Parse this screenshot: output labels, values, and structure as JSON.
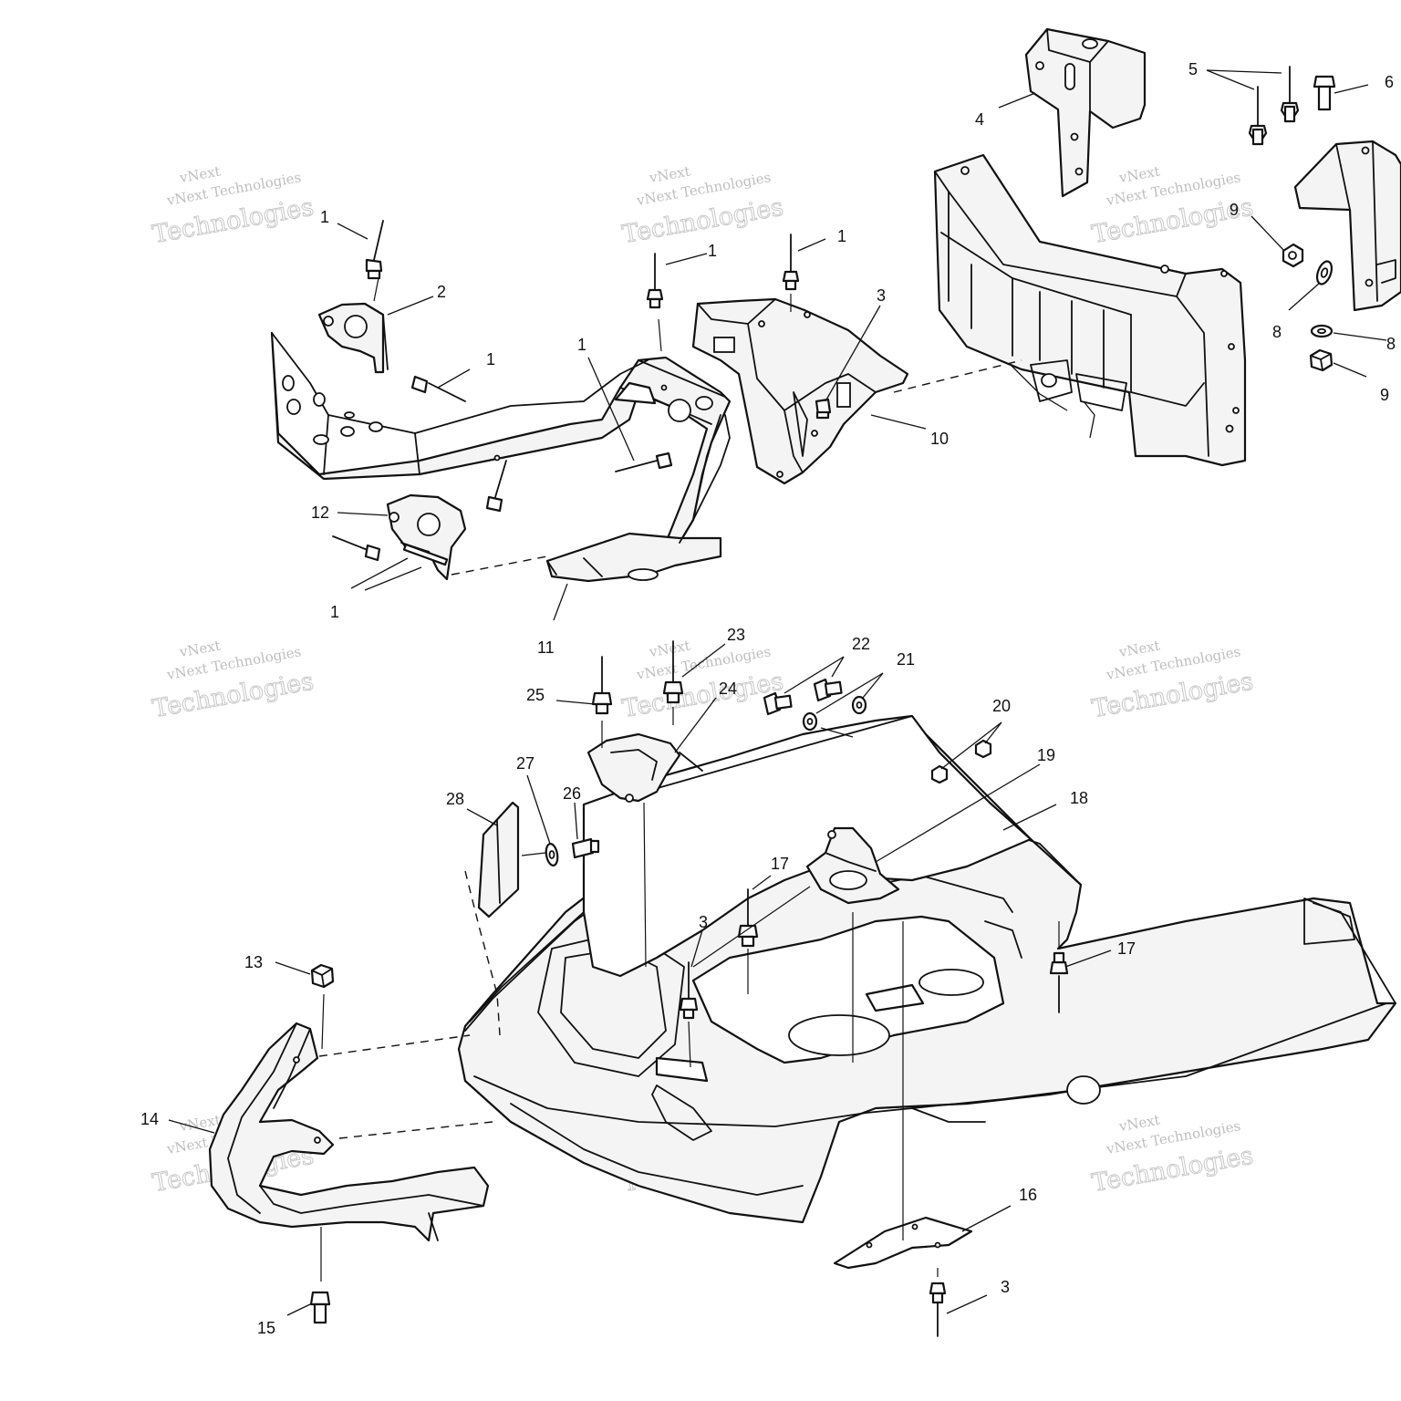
{
  "watermark": {
    "brand": "vNext",
    "line1": "vNext Technologies",
    "line2": "Technologies"
  },
  "callouts": {
    "c1a": "1",
    "c1b": "1",
    "c1c": "1",
    "c1d": "1",
    "c1e": "1",
    "c1f": "1",
    "c2": "2",
    "c3a": "3",
    "c3b": "3",
    "c3c": "3",
    "c4": "4",
    "c5": "5",
    "c6": "6",
    "c8a": "8",
    "c8b": "8",
    "c9a": "9",
    "c9b": "9",
    "c10": "10",
    "c11": "11",
    "c12": "12",
    "c13": "13",
    "c14": "14",
    "c15": "15",
    "c16": "16",
    "c17a": "17",
    "c17b": "17",
    "c18": "18",
    "c19": "19",
    "c20": "20",
    "c21": "21",
    "c22": "22",
    "c23": "23",
    "c24": "24",
    "c25": "25",
    "c26": "26",
    "c27": "27",
    "c28": "28"
  }
}
